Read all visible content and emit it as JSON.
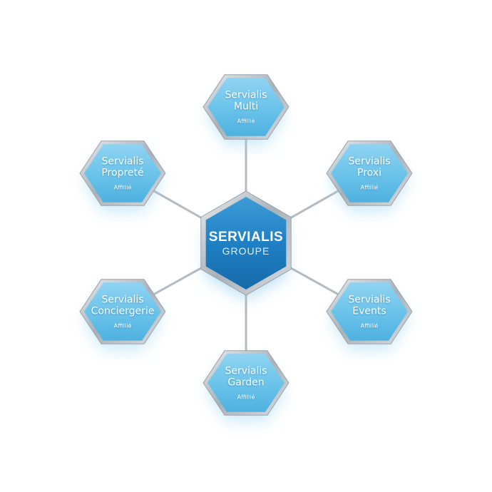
{
  "center": {
    "title": "SERVIALIS",
    "subtitle": "GROUPE"
  },
  "nodes": [
    {
      "name": "Servialis",
      "sub": "Multi",
      "tag": "Affillié"
    },
    {
      "name": "Servialis",
      "sub": "Proxi",
      "tag": "Affillié"
    },
    {
      "name": "Servialis",
      "sub": "Events",
      "tag": "Affillié"
    },
    {
      "name": "Servialis",
      "sub": "Garden",
      "tag": "Affillié"
    },
    {
      "name": "Servialis",
      "sub": "Conciergerie",
      "tag": "Affillié"
    },
    {
      "name": "Servialis",
      "sub": "Propreté",
      "tag": "Affillié"
    }
  ],
  "colors": {
    "node": "#6cc4ea",
    "center": "#1f80c4",
    "frame": "#b8bfc6"
  }
}
